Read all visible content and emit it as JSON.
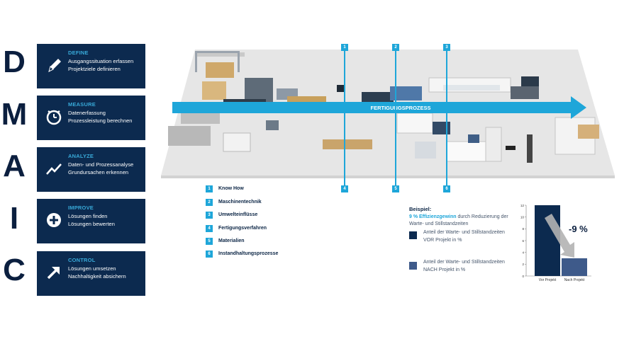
{
  "dmaic_letters": [
    "D",
    "M",
    "A",
    "I",
    "C"
  ],
  "phases": [
    {
      "title": "DEFINE",
      "lines": [
        "Ausgangssituation erfassen",
        "Projektziele definieren"
      ],
      "icon": "pencil-icon"
    },
    {
      "title": "MEASURE",
      "lines": [
        "Datenerfassung",
        "Prozessleistung berechnen"
      ],
      "icon": "stopwatch-icon"
    },
    {
      "title": "ANALYZE",
      "lines": [
        "Daten- und Prozessanalyse",
        "Grundursachen erkennen"
      ],
      "icon": "trend-line-icon"
    },
    {
      "title": "IMPROVE",
      "lines": [
        "Lösungen finden",
        "Lösungen bewerten"
      ],
      "icon": "plus-circle-icon"
    },
    {
      "title": "CONTROL",
      "lines": [
        "Lösungen umsetzen",
        "Nachhaltigkeit absichern"
      ],
      "icon": "arrow-up-right-icon"
    }
  ],
  "diagram": {
    "arrow_label": "FERTIGUNGSPROZESS",
    "top_markers": [
      "1",
      "2",
      "3"
    ],
    "bottom_markers": [
      "4",
      "5",
      "6"
    ]
  },
  "legend": [
    {
      "num": "1",
      "label": "Know How"
    },
    {
      "num": "2",
      "label": "Maschinentechnik"
    },
    {
      "num": "3",
      "label": "Umwelteinflüsse"
    },
    {
      "num": "4",
      "label": "Fertigungsverfahren"
    },
    {
      "num": "5",
      "label": "Materialien"
    },
    {
      "num": "6",
      "label": "Instandhaltungsprozesse"
    }
  ],
  "example": {
    "heading": "Beispiel:",
    "highlight": "9 % Effizienzgewinn",
    "line1_rest": " durch Reduzierung der",
    "line2": "Warte- und Stillstandzeiten",
    "before_line1": "Anteil der Warte- und Stillstandzeiten",
    "before_line2": "VOR Projekt in %",
    "after_line1": "Anteil der Warte- und Stillstandzeiten",
    "after_line2": "NACH Projekt in %"
  },
  "colors": {
    "navy": "#0c2a4f",
    "accent": "#1ea6d9",
    "before": "#0c2a4f",
    "after": "#3e5a8a"
  },
  "chart_data": {
    "type": "bar",
    "categories": [
      "Vor Projekt",
      "Nach Projekt"
    ],
    "values": [
      12,
      3
    ],
    "ylim": [
      0,
      12
    ],
    "yticks": [
      0,
      2,
      4,
      6,
      8,
      10,
      12
    ],
    "annotation": "-9 %",
    "colors": [
      "#0c2a4f",
      "#3e5a8a"
    ]
  }
}
